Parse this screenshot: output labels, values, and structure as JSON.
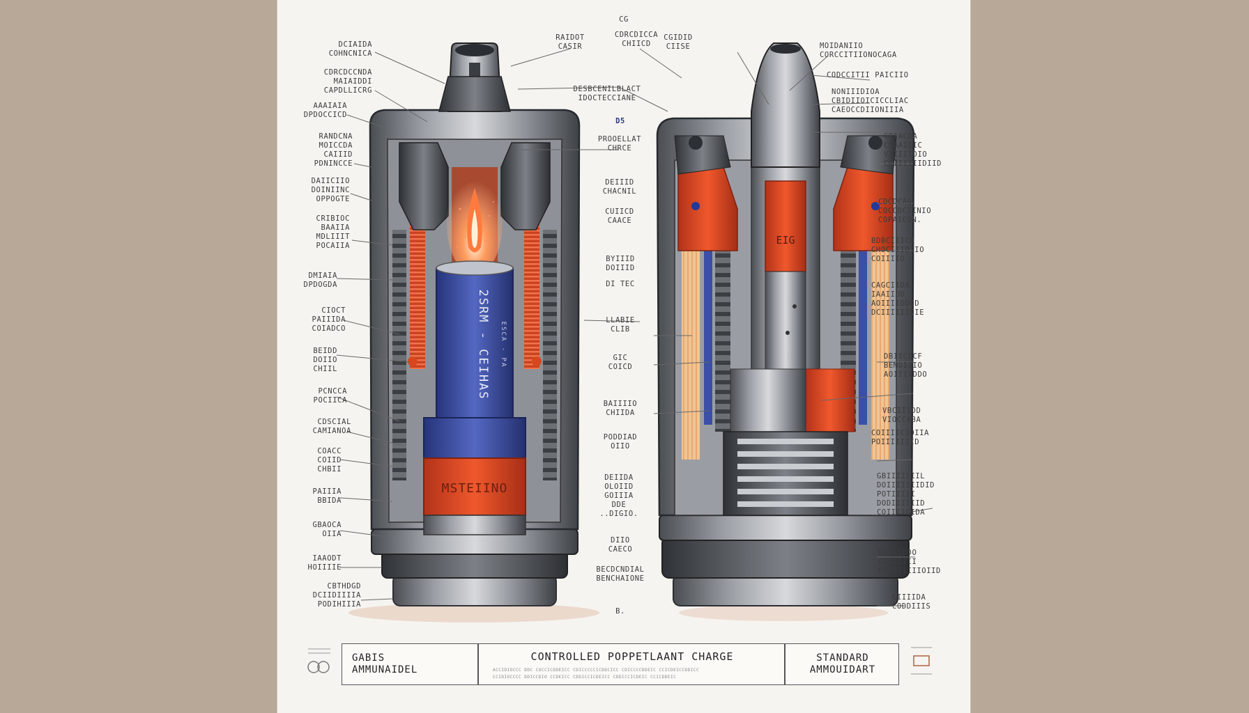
{
  "caption": {
    "left_title": "GABIS\nAMMUNAIDEL",
    "center_title": "CONTROLLED POPPETLAANT CHARGE",
    "center_fine_line_1": "ACCIDIOCCC DDC COCCICDDEICC CDICCCCCICDDCICC CDICCCCDDEIC CCICDEICCDDICC",
    "center_fine_line_2": "CCIDIOCCCC DDICCDIO CCDEICC CDDICCICDEICC CDDICCICDEIC CCICDDEIC",
    "right_title": "STANDARD\nAMMOUIDART"
  },
  "top_marks": {
    "top_center": "CG",
    "mid_center": "D5",
    "bottom_center": "B."
  },
  "left_labels": [
    "DCIAIDA\nCOHNCNICA",
    "CDRCDCCNDA\nMAIAIDDI\nCAPDLLICRG",
    "AAAIAIA\nDPDOCCICD",
    "RANDCNA\nMOICCDA\nCAIIID\nPDNINCCE",
    "DAIICIIO\nDOINIINC\nOPPOGTE",
    "CRIBIOC\nBAAIIA\nMDLIIIT\nPOCAIIA",
    "DMIAIA\nDPDOGDA",
    "CIOCT\nPAIIIDA\nCOIADCO",
    "BEIDD\nDOIIO\nCHIIL",
    "PCNCCA\nPOCIICA",
    "CDSCIAL\nCAMIANOA",
    "COACC\nCOIID\nCHBII",
    "PAIIIA\nBBIDA",
    "GBAOCA\nOIIA",
    "IAAODT\nHOIIIIE",
    "CBTHDGD\nDCIIDIIIIA\nPODIHIIIA"
  ],
  "center_labels": [
    "RAIDOT\nCASIR",
    "CDRCDICCA\nCHIICD",
    "CGIDID\nCIISE",
    "DESBCENILBLACT\nIDOCTECCIANE",
    "PROOELLAT\nCHRCE",
    "DEIIID\nCHACNIL",
    "CUIICD\nCAACE",
    "BYIIID\nDOIIID",
    "DI TEC",
    "LLABIE\nCLIB",
    "GIC\nCOICD",
    "BAIIIIO\nCHIIDA",
    "PODDIAD\nOIIO",
    "DEIIDA\nOLOIID\nGOIIIA\nDDE\n..DIGIO.",
    "DIIO\nCAECO",
    "BECDCNDIAL\nBENCHAIONE"
  ],
  "right_labels": [
    "MOIDANIIO\nCORCCITIIONOCAGA",
    "CODCCITII PAICIIO",
    "NONIIIDIOA\nCBIDIIOICICCLIAC\nCAEOCCDIIONIIIA",
    "CRIACOA\nCGAAICIC\nVTIIIIDIO\nCOIIIIIIDIID",
    "CDCDCAG\nCOCCDCIINIO\nCOPAICON.",
    "BDBCIIICD\nCHOCIIIDIIO\nCOIIIIO",
    "CAGCIIDA\nIAAIIDD\nAOIIIIDDOD\nDCIIIIIIOIE",
    "DBIICCCF\nBEMOIIIO\nAOIIIIDDO",
    "VBCIIIDD\nVIOCCABA",
    "COIIIICIOIIA\nPOIIIIIIID",
    "GBIIIIIIIL\nDOIIIIIIIDID\nPOTIIIII\nDODIIIIIID\nCOIIIIGIDA",
    "DBIIIDDO\nCOIIIIII\nCOIIIIIIIOIID",
    "CIIIIDA\nCODDIIIS"
  ],
  "left_sleeve_text": "2SRM - CEIHAS",
  "left_sleeve_small_text": "ESCA - PA",
  "left_band_text": "MSTEIINO",
  "right_core_text": "EIG"
}
